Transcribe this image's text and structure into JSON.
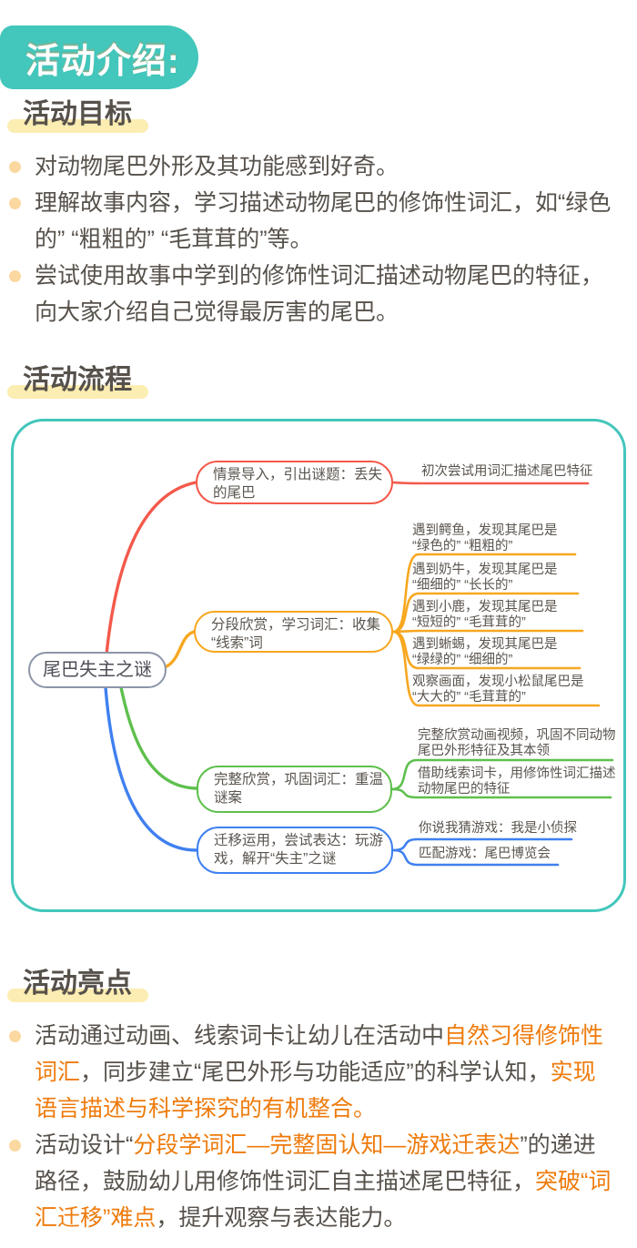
{
  "colors": {
    "teal": "#43c6bb",
    "red": "#f4594b",
    "yellow": "#f7a71f",
    "green": "#5ec04d",
    "blue": "#3f80f0",
    "dark": "#57514b",
    "orange": "#ee7b0c",
    "hl": "#fcedb2",
    "dot": "#fad8a0",
    "rootBorder": "#8c95a9",
    "nodeText": "#5a544e"
  },
  "header": {
    "badge": "活动介绍:"
  },
  "goals": {
    "title": "活动目标",
    "bullets": [
      "对动物尾巴外形及其功能感到好奇。",
      "理解故事内容，学习描述动物尾巴的修饰性词汇，如“绿色的” “粗粗的” “毛茸茸的”等。",
      "尝试使用故事中学到的修饰性词汇描述动物尾巴的特征，向大家介绍自己觉得最厉害的尾巴。"
    ]
  },
  "flow": {
    "title": "活动流程"
  },
  "mindmap": {
    "root": "尾巴失主之谜",
    "branches": [
      {
        "node": "情景导入，引出谜题：丢失\n的尾巴",
        "leaves": [
          "初次尝试用词汇描述尾巴特征"
        ]
      },
      {
        "node": "分段欣赏，学习词汇：收集\n“线索”词",
        "leaves": [
          "遇到鳄鱼，发现其尾巴是\n“绿色的” “粗粗的”",
          "遇到奶牛，发现其尾巴是\n“细细的” “长长的”",
          "遇到小鹿，发现其尾巴是\n“短短的” “毛茸茸的”",
          "遇到蜥蜴，发现其尾巴是\n“绿绿的” “细细的”",
          "观察画面，发现小松鼠尾巴是\n“大大的” “毛茸茸的”"
        ]
      },
      {
        "node": "完整欣赏，巩固词汇：重温\n谜案",
        "leaves": [
          "完整欣赏动画视频，巩固不同动物\n尾巴外形特征及其本领",
          "借助线索词卡，用修饰性词汇描述\n动物尾巴的特征"
        ]
      },
      {
        "node": "迁移运用，尝试表达：玩游\n戏，解开“失主”之谜",
        "leaves": [
          "你说我猜游戏：我是小侦探",
          "匹配游戏：尾巴博览会"
        ]
      }
    ]
  },
  "highlights": {
    "title": "活动亮点",
    "bullets": [
      {
        "segments": [
          {
            "color": "dark",
            "text": "活动通过动画、线索词卡让幼儿在活动中"
          },
          {
            "color": "orange",
            "text": "自然习得修饰性词汇"
          },
          {
            "color": "dark",
            "text": "，同步建立“尾巴外形与功能适应”的科学认知，"
          },
          {
            "color": "orange",
            "text": "实现语言描述与科学探究的有机整合。"
          }
        ]
      },
      {
        "segments": [
          {
            "color": "dark",
            "text": "活动设计“"
          },
          {
            "color": "orange",
            "text": "分段学词汇—完整固认知—游戏迁表达"
          },
          {
            "color": "dark",
            "text": "”的递进路径，鼓励幼儿用修饰性词汇自主描述尾巴特征，"
          },
          {
            "color": "orange",
            "text": "突破“词汇迁移”难点"
          },
          {
            "color": "dark",
            "text": "，提升观察与表达能力。"
          }
        ]
      }
    ]
  }
}
